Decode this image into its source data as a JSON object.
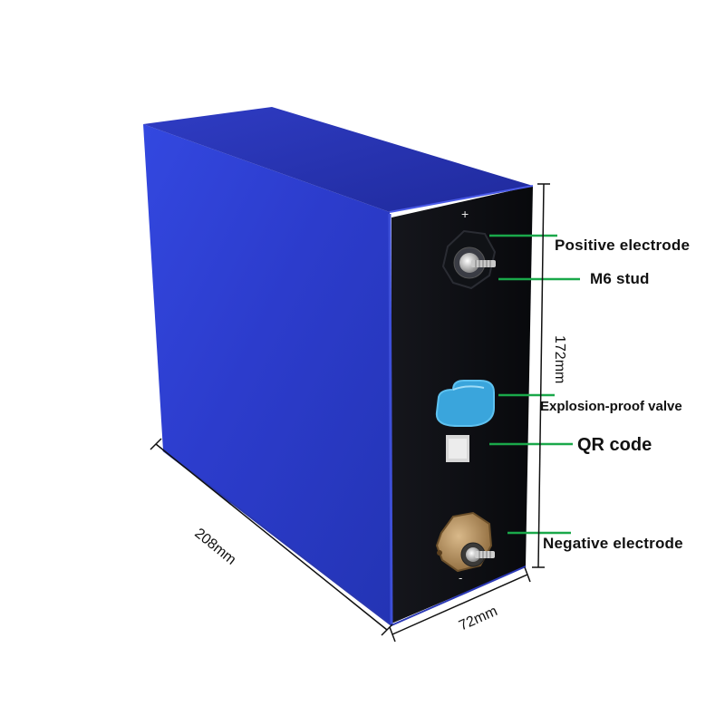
{
  "labels": {
    "positive_electrode": "Positive electrode",
    "m6_stud": "M6 stud",
    "explosion_proof_valve": "Explosion-proof valve",
    "qr_code": "QR code",
    "negative_electrode": "Negative electrode"
  },
  "dimensions": {
    "length": "208mm",
    "width": "72mm",
    "height": "172mm"
  },
  "terminals": {
    "positive_symbol": "+",
    "negative_symbol": "-"
  },
  "colors": {
    "case_front": "#2f3fd0",
    "case_top": "#2a36b8",
    "end_panel": "#0c0d12",
    "leader_line": "#1aa84a",
    "valve": "#3aa5dc",
    "negative_terminal": "#b08a55"
  }
}
